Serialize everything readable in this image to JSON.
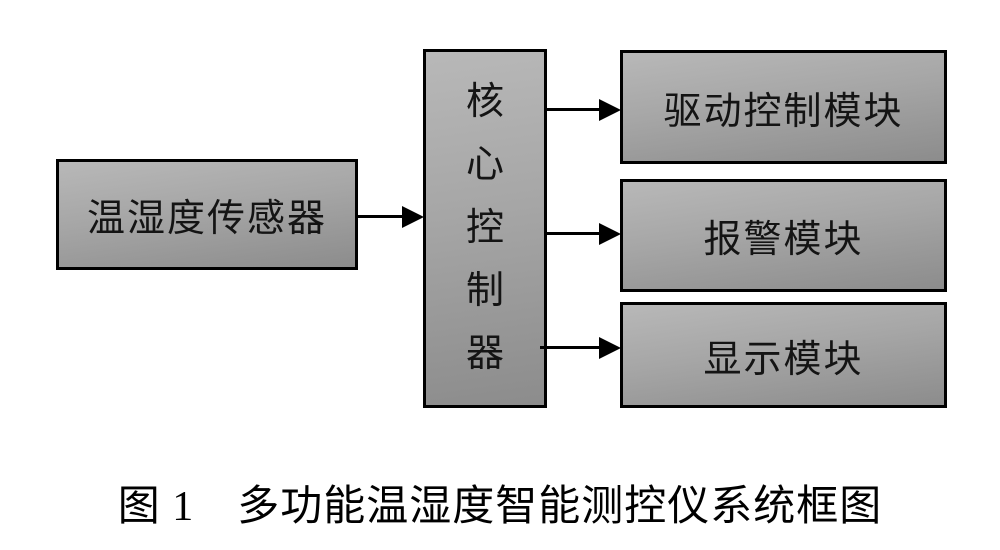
{
  "diagram": {
    "caption": "图 1　多功能温湿度智能测控仪系统框图",
    "boxes": {
      "sensor": {
        "label": "温湿度传感器"
      },
      "core": {
        "label": "核心控制器",
        "chars": [
          "核",
          "心",
          "控",
          "制",
          "器"
        ]
      },
      "drive": {
        "label": "驱动控制模块"
      },
      "alarm": {
        "label": "报警模块"
      },
      "display": {
        "label": "显示模块"
      }
    },
    "connections": [
      {
        "from": "温湿度传感器",
        "to": "核心控制器"
      },
      {
        "from": "核心控制器",
        "to": "驱动控制模块"
      },
      {
        "from": "核心控制器",
        "to": "报警模块"
      },
      {
        "from": "核心控制器",
        "to": "显示模块"
      }
    ],
    "colors": {
      "background": "#ffffff",
      "box_fill_light": "#b8b8b8",
      "box_fill_dark": "#8c8c8c",
      "box_border": "#000000",
      "arrow": "#000000",
      "text": "#141414"
    }
  }
}
